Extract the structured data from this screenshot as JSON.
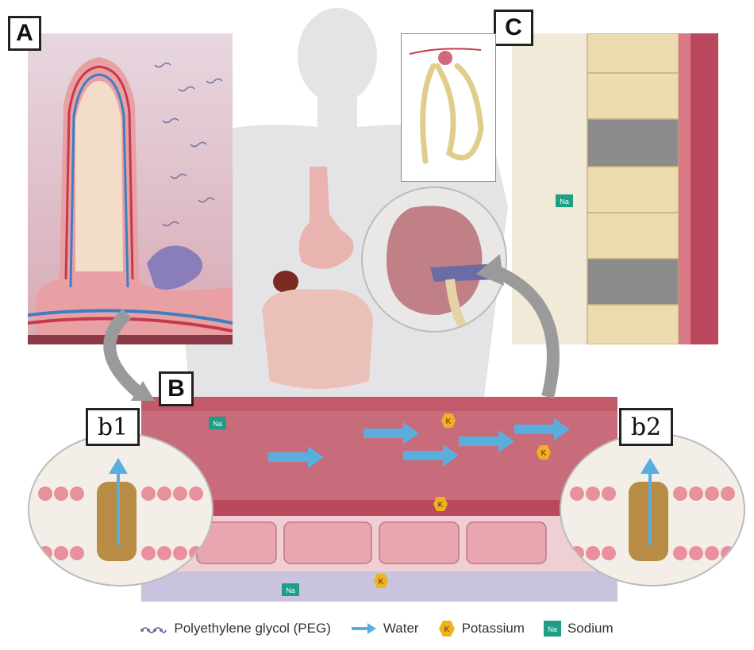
{
  "panels": {
    "a": {
      "label": "A"
    },
    "b": {
      "label": "B"
    },
    "c": {
      "label": "C"
    },
    "b1": {
      "label": "b1"
    },
    "b2": {
      "label": "b2"
    }
  },
  "ion_labels": {
    "potassium": "K",
    "sodium": "Na"
  },
  "legend": {
    "peg": "Polyethylene glycol (PEG)",
    "water": "Water",
    "potassium": "Potassium",
    "sodium": "Sodium"
  },
  "colors": {
    "water": "#5aaede",
    "potassium": "#f2b01e",
    "sodium": "#1f9e86",
    "peg": "#6f6fa8",
    "tissue": "#e9a3a6",
    "vessel": "#b9485c"
  }
}
